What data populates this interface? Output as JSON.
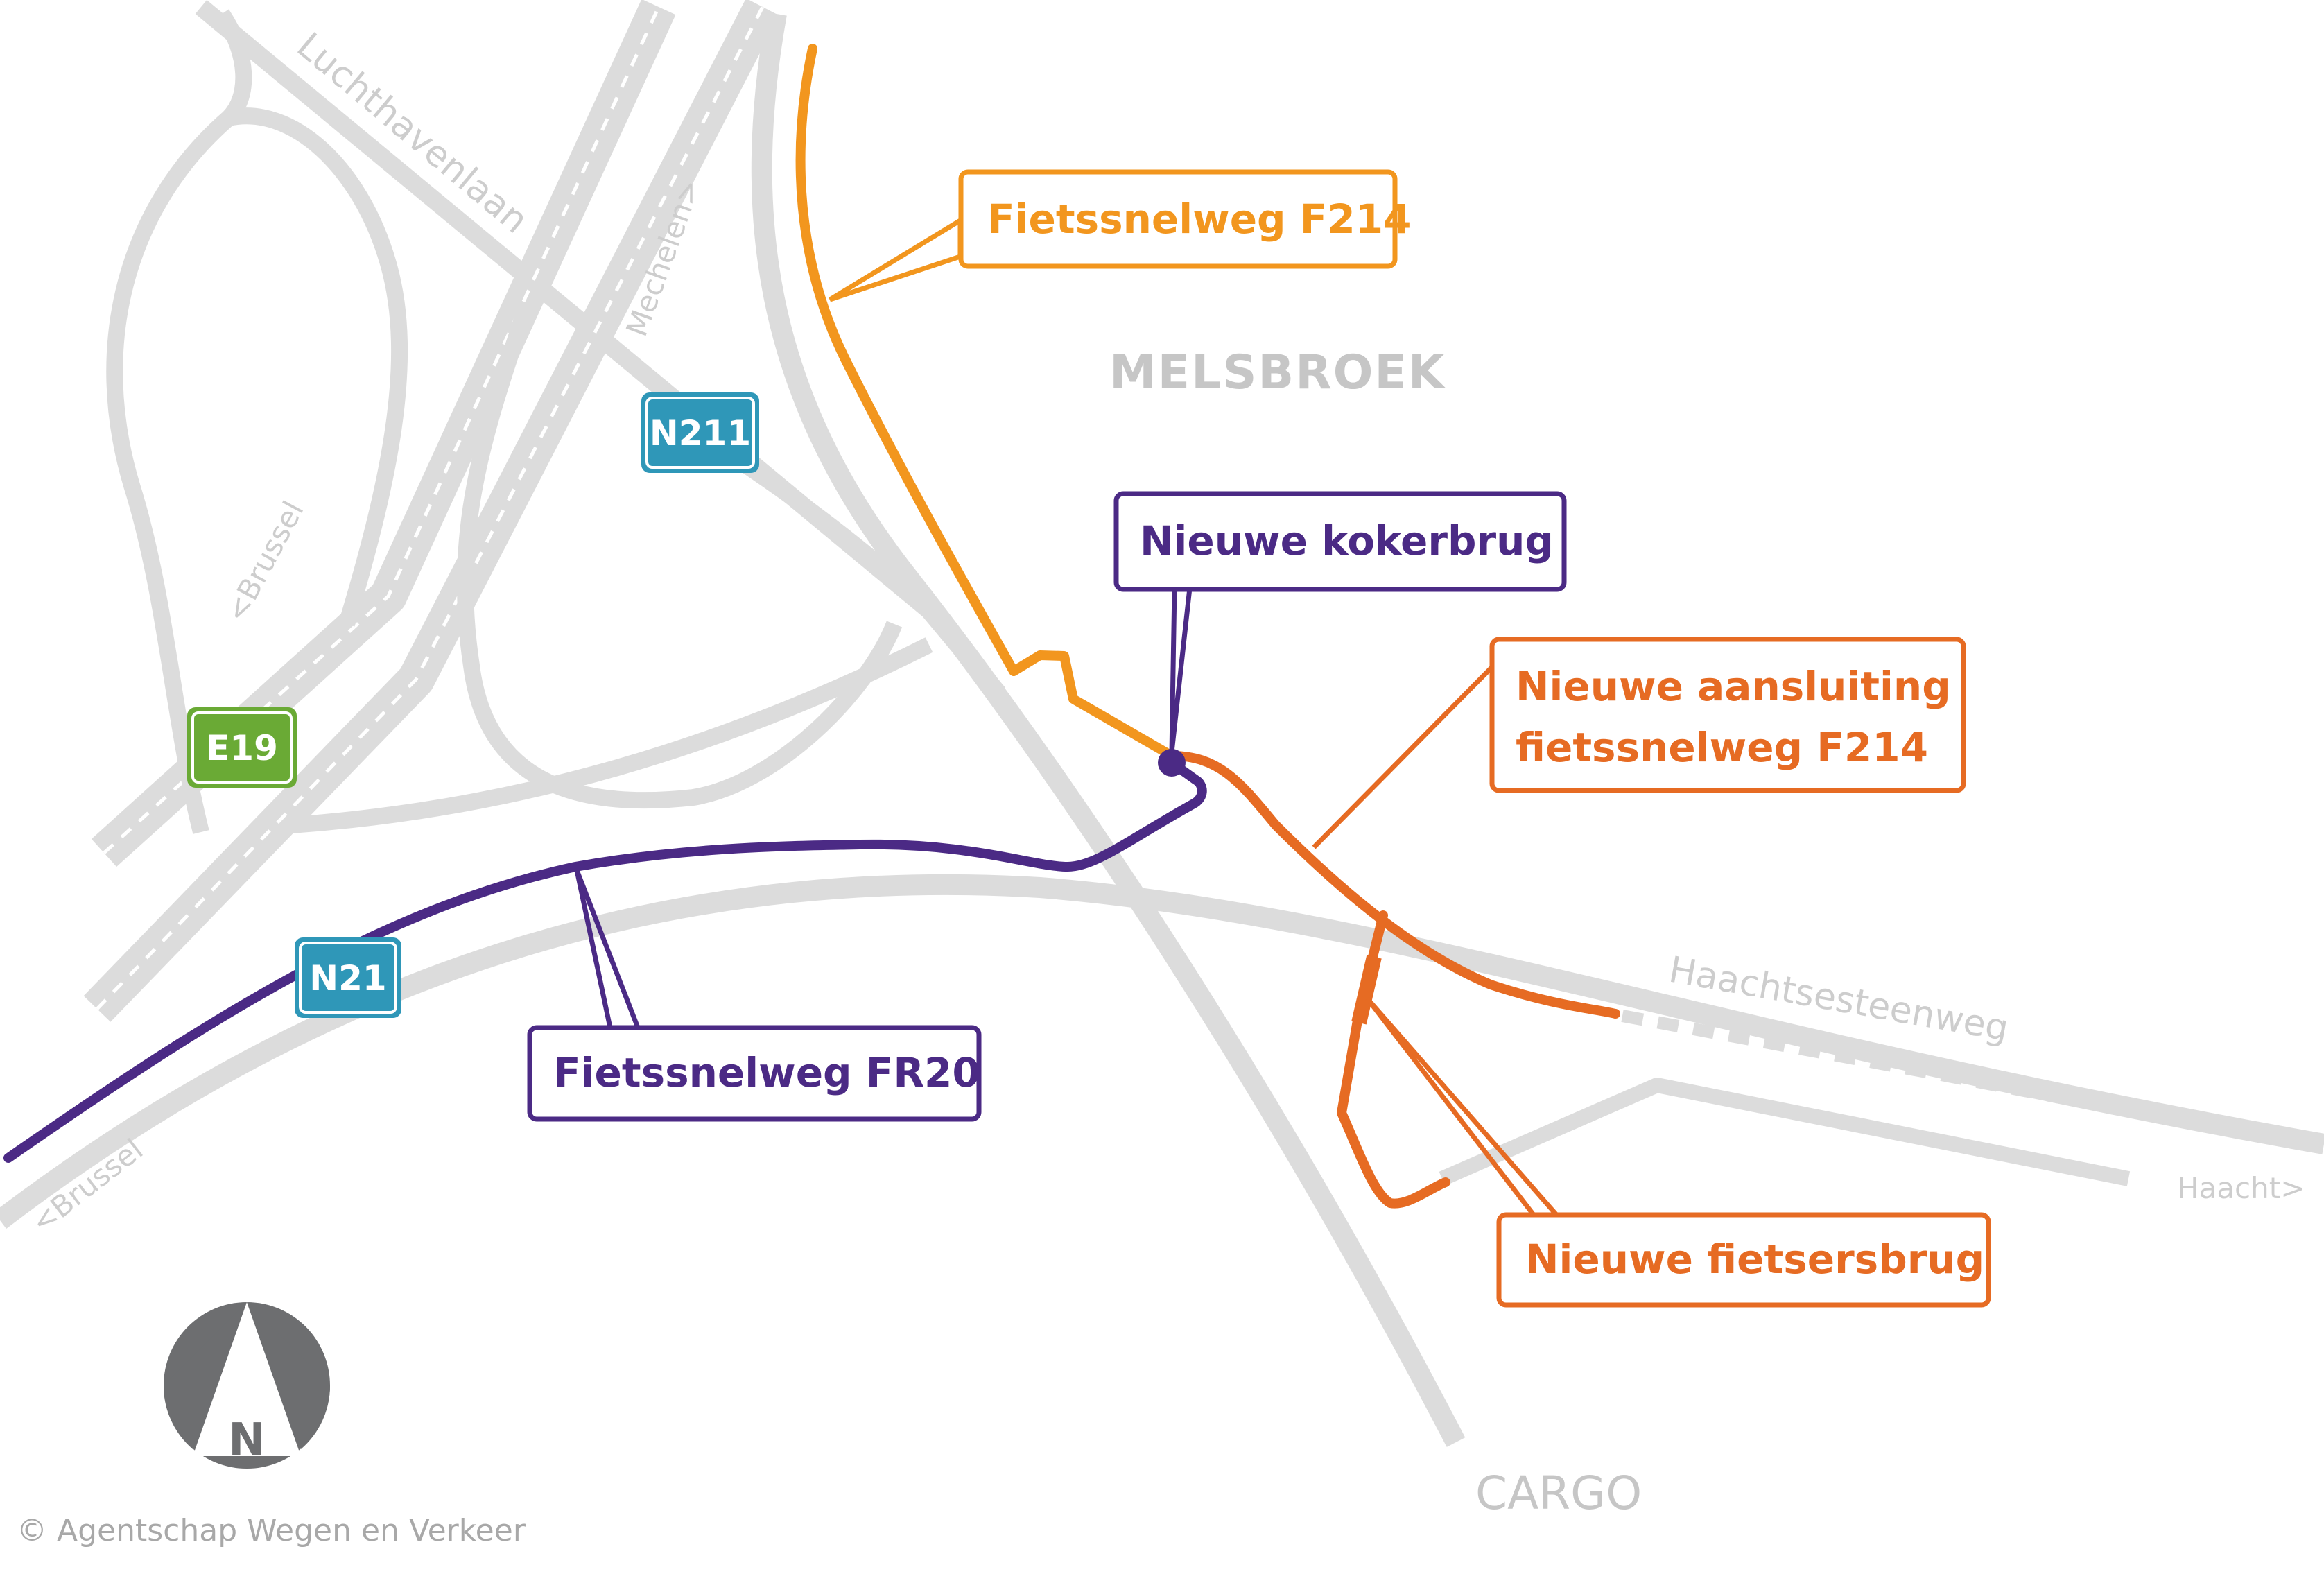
{
  "colors": {
    "road": "#dcdcdc",
    "f214": "#f2961e",
    "f214_new": "#e66b23",
    "fr20": "#4b2a85",
    "n_sign": "#2f97b8",
    "e_sign": "#6aaa35",
    "compass": "#6d6e70"
  },
  "labels": {
    "f214": "Fietssnelweg F214",
    "kokerbrug": "Nieuwe kokerbrug",
    "aansluiting_line1": "Nieuwe aansluiting",
    "aansluiting_line2": "fietssnelweg F214",
    "fietsersbrug": "Nieuwe fietsersbrug",
    "fr20": "Fietssnelweg FR20"
  },
  "places": {
    "melsbroek": "MELSBROEK",
    "cargo": "CARGO"
  },
  "streets": {
    "luchthavenlaan": "Luchthavenlaan",
    "haachtsesteenweg": "Haachtsesteenweg"
  },
  "directions": {
    "mechelen": "Mechelen>",
    "brussel_e19": "<Brussel",
    "brussel_n21": "<Brussel",
    "haacht": "Haacht>"
  },
  "signs": {
    "n211": "N211",
    "e19": "E19",
    "n21": "N21"
  },
  "compass": {
    "letter": "N",
    "icon": "north-arrow-icon"
  },
  "copyright": "© Agentschap Wegen en Verkeer"
}
